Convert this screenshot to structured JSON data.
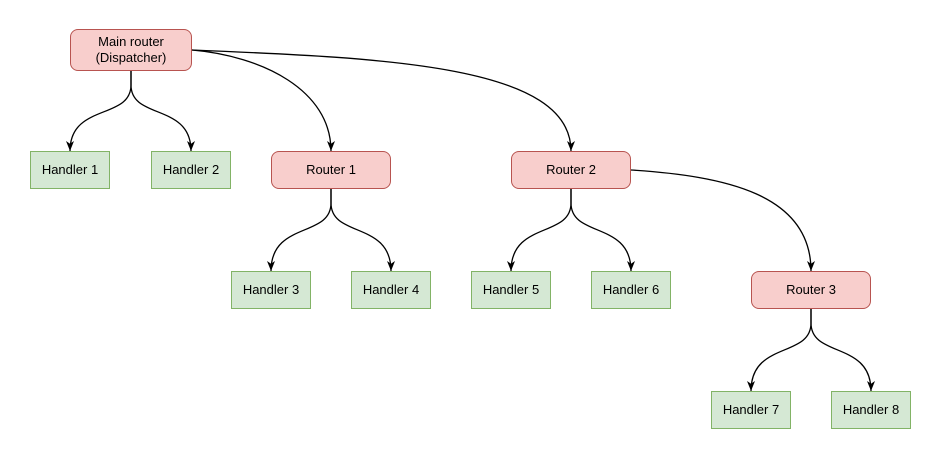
{
  "colors": {
    "canvas-bg": "#ffffff",
    "router-fill": "#f8cecc",
    "router-border": "#b85450",
    "handler-fill": "#d5e8d4",
    "handler-border": "#82b366",
    "edge-color": "#000000",
    "text-color": "#000000"
  },
  "diagram": {
    "type": "tree",
    "nodes": [
      {
        "id": "main-router",
        "label": "Main router (Dispatcher)",
        "kind": "router"
      },
      {
        "id": "handler-1",
        "label": "Handler 1",
        "kind": "handler"
      },
      {
        "id": "handler-2",
        "label": "Handler 2",
        "kind": "handler"
      },
      {
        "id": "router-1",
        "label": "Router 1",
        "kind": "router"
      },
      {
        "id": "router-2",
        "label": "Router 2",
        "kind": "router"
      },
      {
        "id": "handler-3",
        "label": "Handler 3",
        "kind": "handler"
      },
      {
        "id": "handler-4",
        "label": "Handler 4",
        "kind": "handler"
      },
      {
        "id": "handler-5",
        "label": "Handler 5",
        "kind": "handler"
      },
      {
        "id": "handler-6",
        "label": "Handler 6",
        "kind": "handler"
      },
      {
        "id": "router-3",
        "label": "Router 3",
        "kind": "router"
      },
      {
        "id": "handler-7",
        "label": "Handler 7",
        "kind": "handler"
      },
      {
        "id": "handler-8",
        "label": "Handler 8",
        "kind": "handler"
      }
    ],
    "edges": [
      {
        "from": "main-router",
        "to": "handler-1"
      },
      {
        "from": "main-router",
        "to": "handler-2"
      },
      {
        "from": "main-router",
        "to": "router-1"
      },
      {
        "from": "main-router",
        "to": "router-2"
      },
      {
        "from": "router-1",
        "to": "handler-3"
      },
      {
        "from": "router-1",
        "to": "handler-4"
      },
      {
        "from": "router-2",
        "to": "handler-5"
      },
      {
        "from": "router-2",
        "to": "handler-6"
      },
      {
        "from": "router-2",
        "to": "router-3"
      },
      {
        "from": "router-3",
        "to": "handler-7"
      },
      {
        "from": "router-3",
        "to": "handler-8"
      }
    ]
  }
}
